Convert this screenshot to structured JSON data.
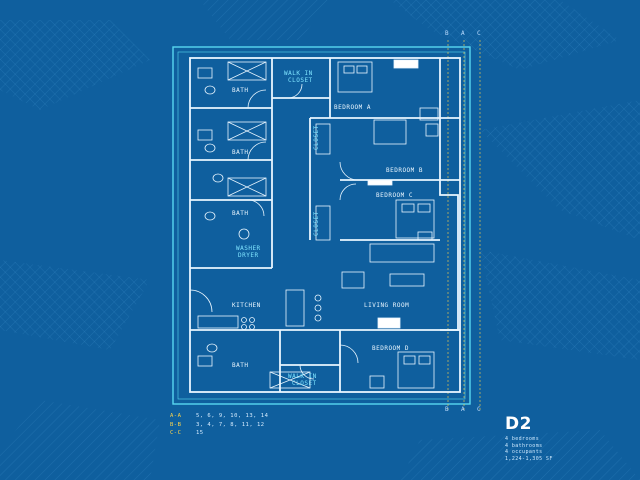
{
  "unit_type": "D2",
  "specs": [
    "4 bedrooms",
    "4 bathrooms",
    "4 occupants",
    "1,224-1,305 SF"
  ],
  "legend": [
    {
      "code": "A-A",
      "units": "5, 6, 9, 10, 13, 14"
    },
    {
      "code": "B-B",
      "units": "3, 4, 7, 8, 11, 12"
    },
    {
      "code": "C-C",
      "units": "15"
    }
  ],
  "axis_labels": {
    "b": "B",
    "a": "A",
    "c": "C"
  },
  "rooms": {
    "bath1": "BATH",
    "bath2": "BATH",
    "bath3": "BATH",
    "bath4": "BATH",
    "walkin_top_line1": "WALK IN",
    "walkin_top_line2": "CLOSET",
    "walkin_bottom_line1": "WALK IN",
    "walkin_bottom_line2": "CLOSET",
    "bedroom_a": "BEDROOM A",
    "bedroom_b": "BEDROOM B",
    "bedroom_c": "BEDROOM C",
    "bedroom_d": "BEDROOM D",
    "closet_b": "CLOSET",
    "closet_c": "CLOSET",
    "washer_line1": "WASHER",
    "washer_line2": "DRYER",
    "kitchen": "KITCHEN",
    "living_room": "LIVING ROOM"
  },
  "colors": {
    "background": "#0f5f9e",
    "walls": "#e9f6ff",
    "accent_outline": "#58d7f0",
    "legend_code": "#ffd64a"
  }
}
